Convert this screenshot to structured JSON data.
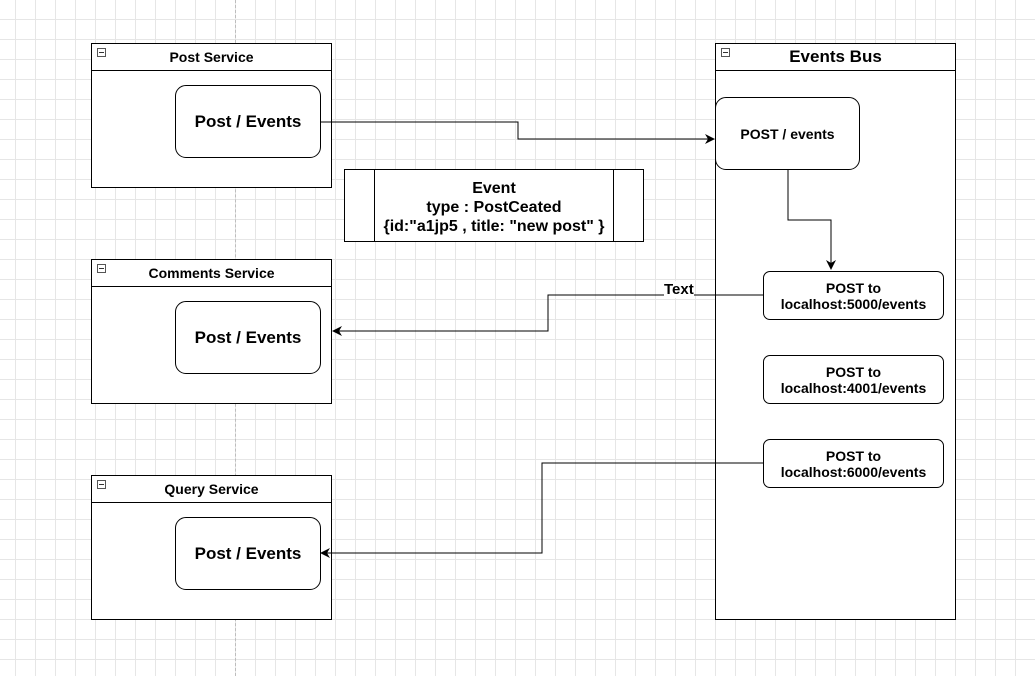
{
  "post_service": {
    "title": "Post Service",
    "endpoint": "Post / Events"
  },
  "comments_service": {
    "title": "Comments Service",
    "endpoint": "Post / Events"
  },
  "query_service": {
    "title": "Query Service",
    "endpoint": "Post / Events"
  },
  "events_bus": {
    "title": "Events Bus",
    "endpoint": "POST / events",
    "targets": [
      {
        "line1": "POST to",
        "line2": "localhost:5000/events"
      },
      {
        "line1": "POST to",
        "line2": "localhost:4001/events"
      },
      {
        "line1": "POST to",
        "line2": "localhost:6000/events"
      }
    ]
  },
  "event_box": {
    "line1": "Event",
    "line2": "type : PostCeated",
    "line3": "{id:\"a1jp5 , title: \"new post\" }"
  },
  "edge_label": "Text",
  "colors": {
    "stroke": "#000000",
    "grid": "#e6e6e6",
    "background": "#ffffff"
  }
}
